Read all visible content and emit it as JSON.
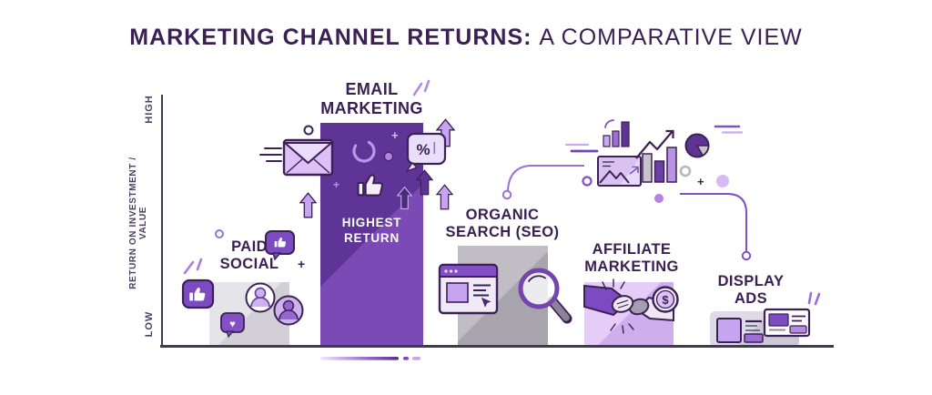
{
  "title": {
    "emphasis": "MARKETING CHANNEL RETURNS:",
    "rest": "A COMPARATIVE VIEW"
  },
  "y_axis": {
    "high": "HIGH",
    "low": "LOW",
    "label": "RETURN ON INVESTMENT / VALUE"
  },
  "glyphs": {
    "plus": "+",
    "percent": "%",
    "dollar": "$",
    "heart": "♥"
  },
  "bars": [
    {
      "id": "paid-social",
      "label": "PAID SOCIAL",
      "color": "#d6d4da",
      "icons": [
        "thumbs-up-card",
        "thumbs-up-bubble",
        "heart-bubble",
        "user-avatar",
        "user-avatar",
        "plus-mark",
        "sparkle",
        "drop-line"
      ]
    },
    {
      "id": "email-marketing",
      "label": "EMAIL MARKETING",
      "annotation": "HIGHEST RETURN",
      "color": "#6a3da6",
      "icons": [
        "envelope",
        "speed-lines",
        "loader-arc",
        "thumbs-up",
        "percent-bubble",
        "arrow-up",
        "arrow-up",
        "arrow-up",
        "arrow-up",
        "plus-mark",
        "sparkle",
        "gradient-underline"
      ]
    },
    {
      "id": "organic-search-seo",
      "label": "ORGANIC SEARCH (SEO)",
      "color": "#b1aeb7",
      "icons": [
        "browser-window",
        "cursor",
        "magnifier",
        "connector-line"
      ]
    },
    {
      "id": "affiliate-marketing",
      "label": "AFFILIATE MARKETING",
      "color": "#d6b9f1",
      "icons": [
        "handshake",
        "dollar-coin",
        "sparkle"
      ]
    },
    {
      "id": "display-ads",
      "label": "DISPLAY ADS",
      "color": "#d8d4e2",
      "icons": [
        "ad-banner",
        "ad-card",
        "sparkle",
        "connector-line"
      ]
    }
  ],
  "decorations": {
    "analytics_cluster_icons": [
      "mini-bar-chart",
      "image-card",
      "bar-chart-trend-arrow",
      "pie-chart",
      "speed-lines",
      "dot-circles",
      "plus-mark"
    ]
  },
  "chart_data": {
    "type": "bar",
    "title": "MARKETING CHANNEL RETURNS: A COMPARATIVE VIEW",
    "categories": [
      "PAID SOCIAL",
      "EMAIL MARKETING",
      "ORGANIC SEARCH (SEO)",
      "AFFILIATE MARKETING",
      "DISPLAY ADS"
    ],
    "values": [
      0.29,
      1.0,
      0.45,
      0.29,
      0.16
    ],
    "value_scale": "relative bar height; qualitative axis from LOW to HIGH",
    "xlabel": "",
    "ylabel": "RETURN ON INVESTMENT / VALUE",
    "yticks": [
      "LOW",
      "HIGH"
    ],
    "legend": "none",
    "grid": false,
    "annotations": [
      {
        "category": "EMAIL MARKETING",
        "text": "HIGHEST RETURN"
      }
    ],
    "bar_colors": [
      "#d6d4da",
      "#6a3da6",
      "#b1aeb7",
      "#d6b9f1",
      "#d8d4e2"
    ]
  }
}
